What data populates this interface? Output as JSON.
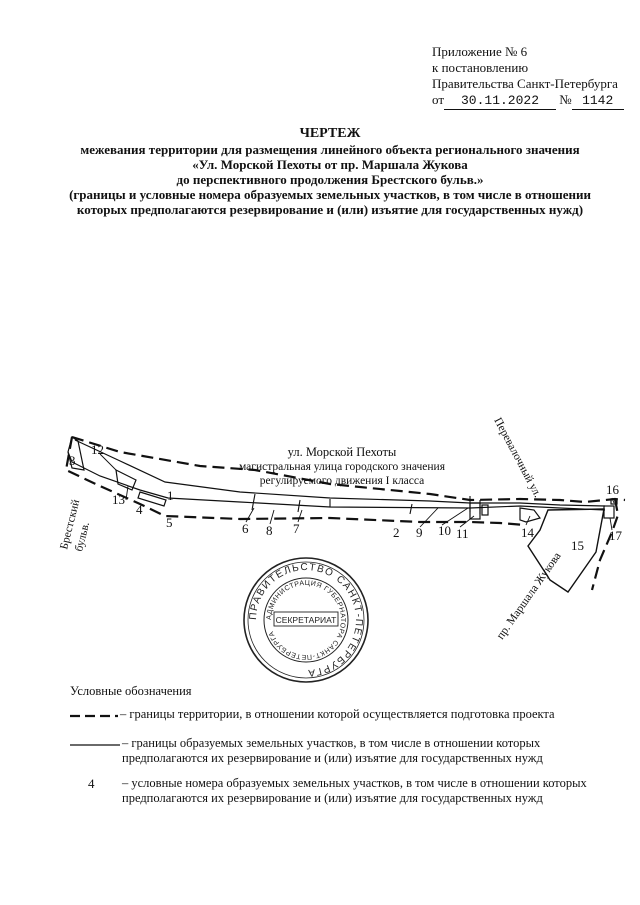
{
  "appendix": {
    "line1": "Приложение № 6",
    "line2": "к постановлению",
    "line3": "Правительства Санкт-Петербурга",
    "date_prefix": "от",
    "date": "30.11.2022",
    "number_sign": "№",
    "number": "1142"
  },
  "title": {
    "heading": "ЧЕРТЕЖ",
    "line1": "межевания территории для размещения линейного объекта регионального значения",
    "line2": "«Ул. Морской Пехоты от пр. Маршала Жукова",
    "line3": "до перспективного продолжения Брестского бульв.»",
    "line4": "(границы и условные номера образуемых земельных участков,  в том числе в отношении",
    "line5": "которых предполагаются резервирование и (или) изъятие для государственных нужд)"
  },
  "map": {
    "street_name": "ул. Морской Пехоты",
    "street_desc1": "магистральная улица городского значения",
    "street_desc2": "регулируемого движения I класса",
    "label_brestsky": "Брестский",
    "label_bulv": "бульв.",
    "label_perevalochny": "Перевалочный ул.",
    "label_marshala": "пр. Маршала Жукова",
    "plot_numbers": [
      "1",
      "2",
      "3",
      "4",
      "5",
      "6",
      "7",
      "8",
      "9",
      "10",
      "11",
      "12",
      "13",
      "14",
      "15",
      "16",
      "17"
    ]
  },
  "stamp": {
    "outer_text": "ПРАВИТЕЛЬСТВО САНКТ-ПЕТЕРБУРГА",
    "inner_text": "АДМИНИСТРАЦИЯ ГУБЕРНАТОРА САНКТ-ПЕТЕРБУРГА",
    "center_text": "СЕКРЕТАРИАТ"
  },
  "legend": {
    "heading": "Условные обозначения",
    "item1": "– границы территории, в отношении которой осуществляется подготовка проекта",
    "item2_l1": "– границы образуемых земельных участков, в том числе в отношении которых",
    "item2_l2": "предполагаются их резервирование и (или) изъятие для государственных нужд",
    "item3_symbol": "4",
    "item3_l1": "– условные номера образуемых земельных участков, в том числе в отношении которых",
    "item3_l2": "предполагаются их резервирование и (или) изъятие для государственных нужд"
  }
}
